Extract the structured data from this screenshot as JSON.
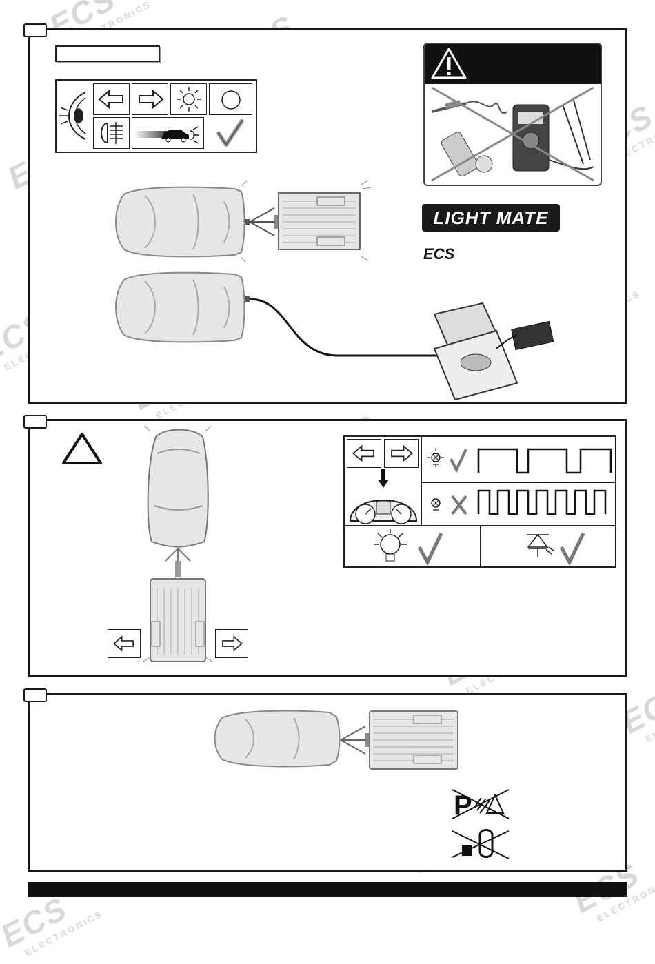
{
  "brand": {
    "lightmate": "LIGHT MATE",
    "ecs": "ECS"
  },
  "watermark": {
    "big": "ECS",
    "small": "ELECTRONICS"
  },
  "colors": {
    "ink": "#1a1a1a",
    "watermark": "#d8d8d8",
    "car_fill": "#e6e6e6"
  }
}
